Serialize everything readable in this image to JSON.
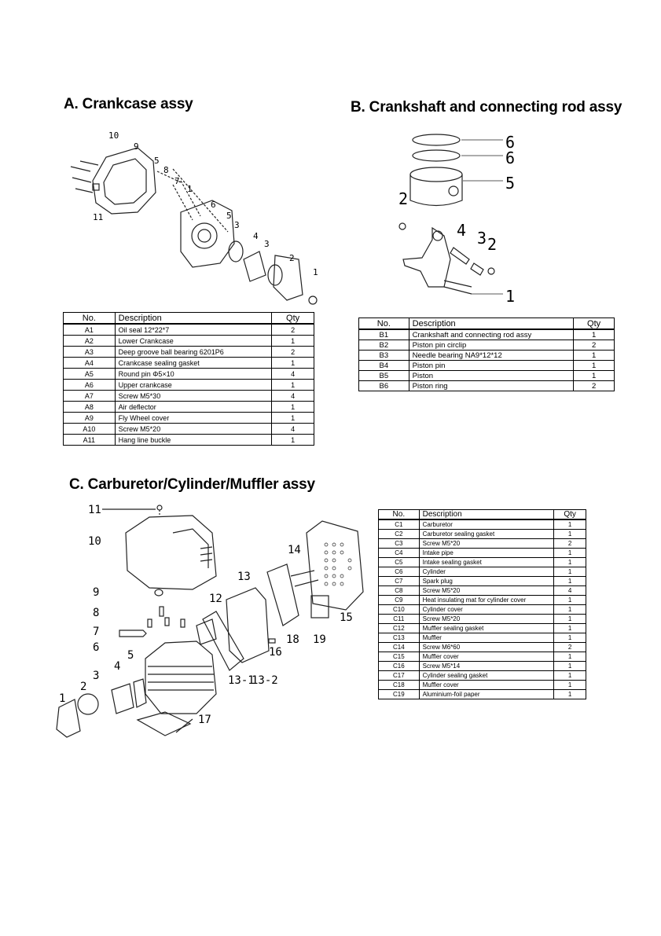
{
  "sections": {
    "a": {
      "title": "A. Crankcase assy",
      "headers": {
        "no": "No.",
        "description": "Description",
        "qty": "Qty"
      },
      "rows": [
        {
          "no": "A1",
          "description": "Oil seal 12*22*7",
          "qty": "2"
        },
        {
          "no": "A2",
          "description": "Lower Crankcase",
          "qty": "1"
        },
        {
          "no": "A3",
          "description": "Deep groove ball bearing  6201P6",
          "qty": "2"
        },
        {
          "no": "A4",
          "description": "Crankcase sealing gasket",
          "qty": "1"
        },
        {
          "no": "A5",
          "description": "Round pin Φ5×10",
          "qty": "4"
        },
        {
          "no": "A6",
          "description": "Upper crankcase",
          "qty": "1"
        },
        {
          "no": "A7",
          "description": "Screw M5*30",
          "qty": "4"
        },
        {
          "no": "A8",
          "description": "Air deflector",
          "qty": "1"
        },
        {
          "no": "A9",
          "description": "Fly Wheel cover",
          "qty": "1"
        },
        {
          "no": "A10",
          "description": "Screw M5*20",
          "qty": "4"
        },
        {
          "no": "A11",
          "description": "Hang line buckle",
          "qty": "1"
        }
      ],
      "callouts": [
        "10",
        "9",
        "5",
        "8",
        "7",
        "1",
        "6",
        "5",
        "3",
        "4",
        "3",
        "2",
        "1",
        "11"
      ]
    },
    "b": {
      "title": "B. Crankshaft and connecting rod assy",
      "headers": {
        "no": "No.",
        "description": "Description",
        "qty": "Qty"
      },
      "rows": [
        {
          "no": "B1",
          "description": "Crankshaft and connecting rod assy",
          "qty": "1"
        },
        {
          "no": "B2",
          "description": "Piston pin circlip",
          "qty": "2"
        },
        {
          "no": "B3",
          "description": "Needle bearing NA9*12*12",
          "qty": "1"
        },
        {
          "no": "B4",
          "description": "Piston pin",
          "qty": "1"
        },
        {
          "no": "B5",
          "description": "Piston",
          "qty": "1"
        },
        {
          "no": "B6",
          "description": "Piston ring",
          "qty": "2"
        }
      ],
      "callouts": [
        "6",
        "6",
        "5",
        "2",
        "4",
        "3",
        "2",
        "1"
      ]
    },
    "c": {
      "title": "C. Carburetor/Cylinder/Muffler assy",
      "headers": {
        "no": "No.",
        "description": "Description",
        "qty": "Qty"
      },
      "rows": [
        {
          "no": "C1",
          "description": "Carburetor",
          "qty": "1"
        },
        {
          "no": "C2",
          "description": "Carburetor sealing gasket",
          "qty": "1"
        },
        {
          "no": "C3",
          "description": "Screw M5*20",
          "qty": "2"
        },
        {
          "no": "C4",
          "description": "Intake pipe",
          "qty": "1"
        },
        {
          "no": "C5",
          "description": "Intake sealing gasket",
          "qty": "1"
        },
        {
          "no": "C6",
          "description": "Cylinder",
          "qty": "1"
        },
        {
          "no": "C7",
          "description": "Spark plug",
          "qty": "1"
        },
        {
          "no": "C8",
          "description": "Screw M5*20",
          "qty": "4"
        },
        {
          "no": "C9",
          "description": "Heat insulating mat for cylinder cover",
          "qty": "1"
        },
        {
          "no": "C10",
          "description": "Cylinder cover",
          "qty": "1"
        },
        {
          "no": "C11",
          "description": "Screw M5*20",
          "qty": "1"
        },
        {
          "no": "C12",
          "description": "Muffler sealing gasket",
          "qty": "1"
        },
        {
          "no": "C13",
          "description": "Muffler",
          "qty": "1"
        },
        {
          "no": "C14",
          "description": "Screw M6*60",
          "qty": "2"
        },
        {
          "no": "C15",
          "description": "Muffler   cover",
          "qty": "1"
        },
        {
          "no": "C16",
          "description": "Screw M5*14",
          "qty": "1"
        },
        {
          "no": "C17",
          "description": "Cylinder sealing gasket",
          "qty": "1"
        },
        {
          "no": "C18",
          "description": "Muffler cover",
          "qty": "1"
        },
        {
          "no": "C19",
          "description": "Aluminium-foil paper",
          "qty": "1"
        }
      ],
      "callouts": [
        "11",
        "10",
        "9",
        "8",
        "7",
        "6",
        "5",
        "4",
        "3",
        "2",
        "1",
        "12",
        "13",
        "14",
        "15",
        "18",
        "19",
        "16",
        "13-1",
        "13-2",
        "17"
      ]
    }
  }
}
